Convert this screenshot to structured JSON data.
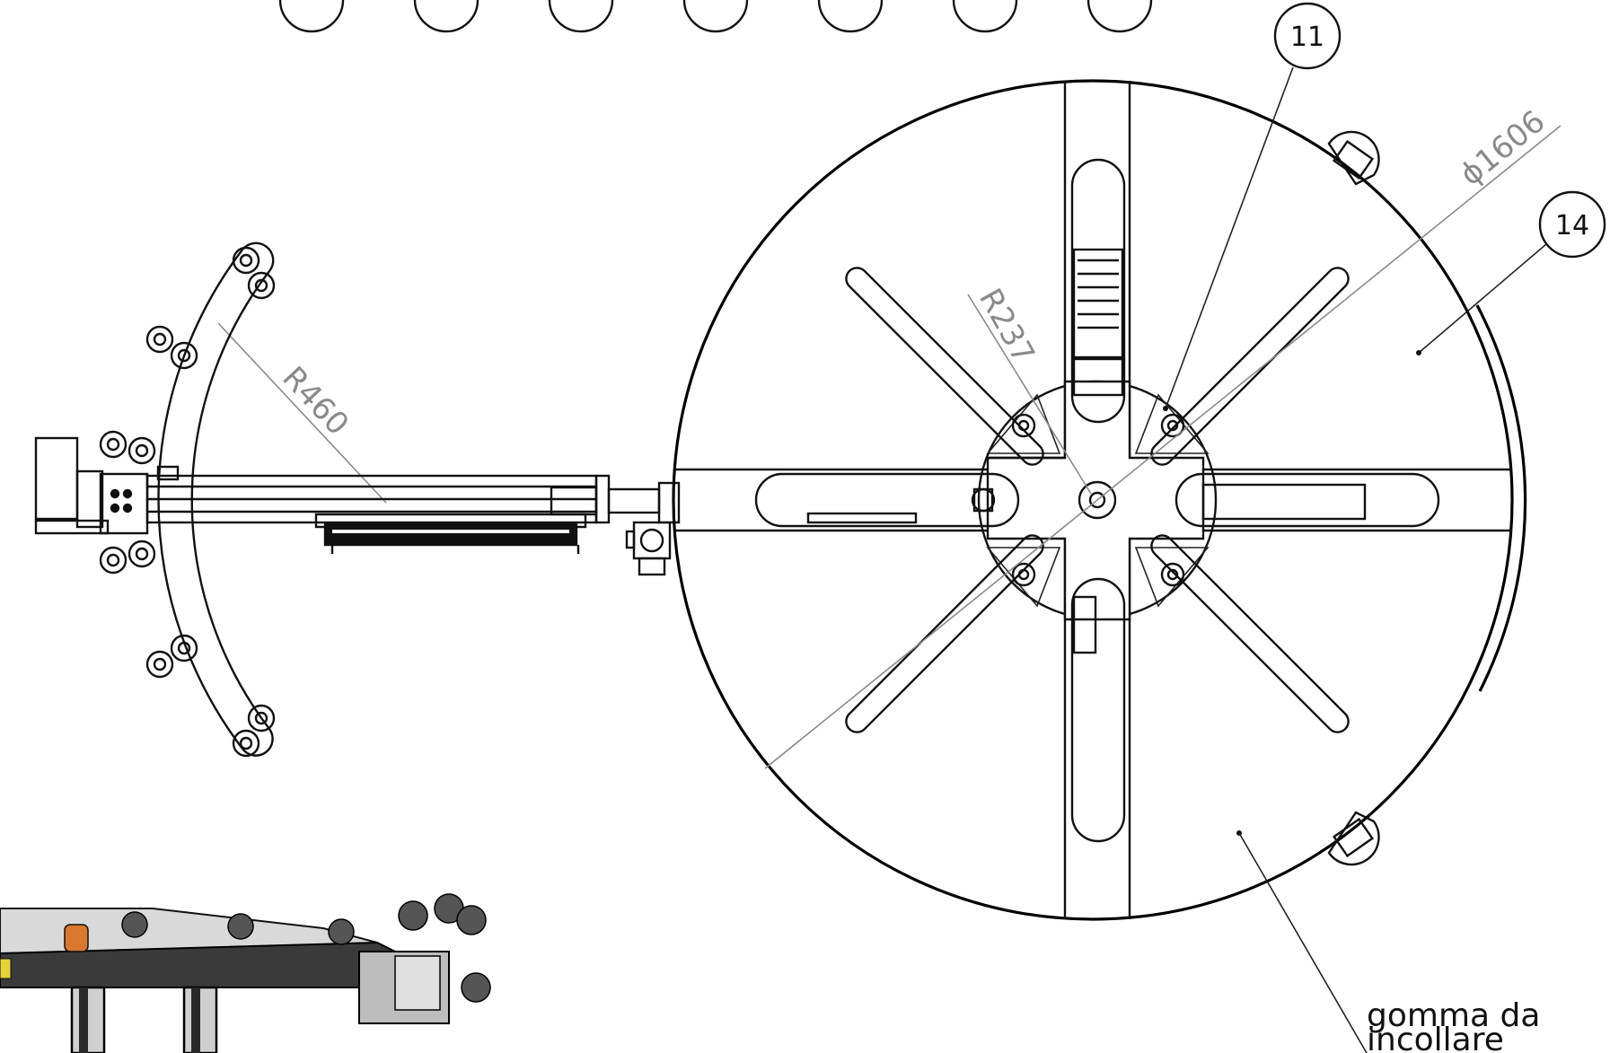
{
  "dimensions": {
    "diameter": "1606",
    "diameter_symbol": "ϕ",
    "radius_small": "R237",
    "radius_arc": "R460"
  },
  "balloons": [
    {
      "number": "11"
    },
    {
      "number": "14"
    }
  ],
  "note": {
    "line1": "gomma da",
    "line2": "incollare"
  },
  "colors": {
    "line": "#111111",
    "dimension": "#8a8a8a",
    "background": "#ffffff",
    "accent_orange": "#d9782e"
  }
}
